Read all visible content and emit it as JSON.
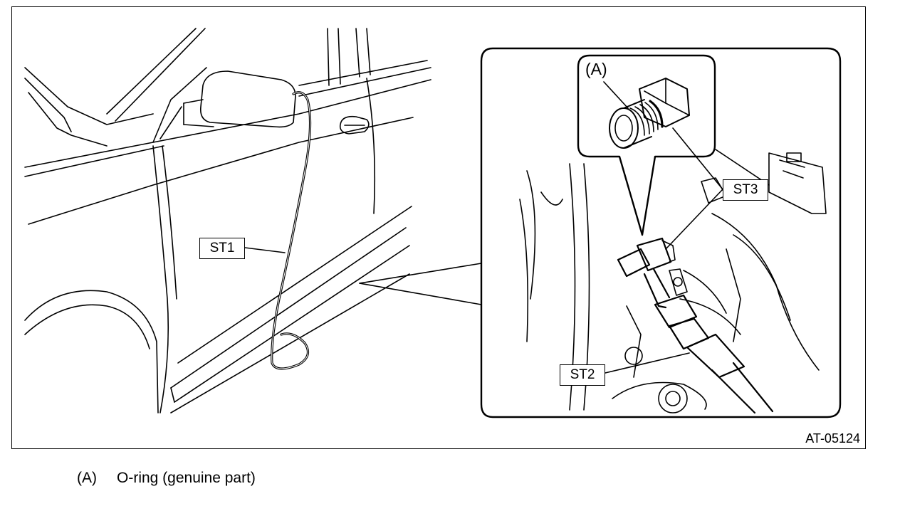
{
  "figure": {
    "labels": {
      "st1": "ST1",
      "st2": "ST2",
      "st3": "ST3",
      "a": "(A)"
    },
    "code": "AT-05124"
  },
  "caption": {
    "key": "(A)",
    "text": "O-ring (genuine part)"
  }
}
